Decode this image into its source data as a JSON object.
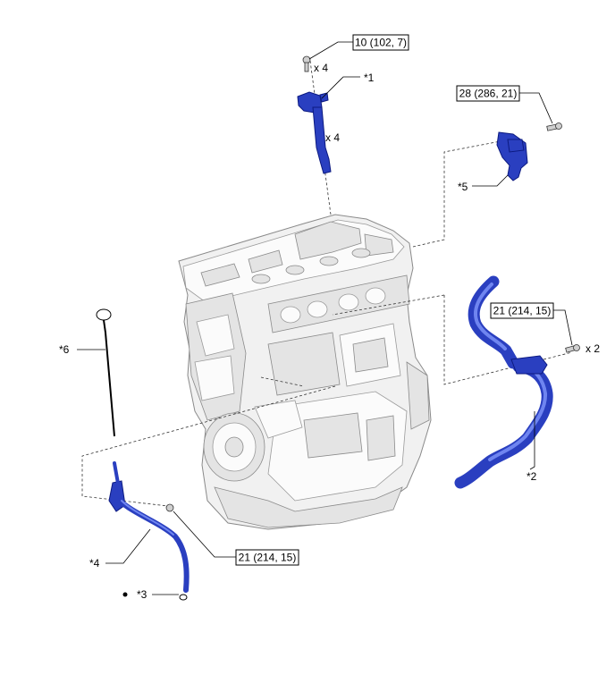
{
  "diagram": {
    "torque_specs": [
      {
        "id": "torque-ignition-coil",
        "text": "10 (102, 7)"
      },
      {
        "id": "torque-part5",
        "text": "28 (286, 21)"
      },
      {
        "id": "torque-part2",
        "text": "21 (214, 15)"
      },
      {
        "id": "torque-part4",
        "text": "21 (214, 15)"
      }
    ],
    "callouts": {
      "p1": "*1",
      "p2": "*2",
      "p3": "*3",
      "p4": "*4",
      "p5": "*5",
      "p6": "*6"
    },
    "quantities": {
      "coil_bolt": "x 4",
      "coil": "x 4",
      "hose_bolt": "x 2"
    },
    "colors": {
      "part": "#2a3fc0",
      "engine": "#f1f1f1"
    }
  }
}
